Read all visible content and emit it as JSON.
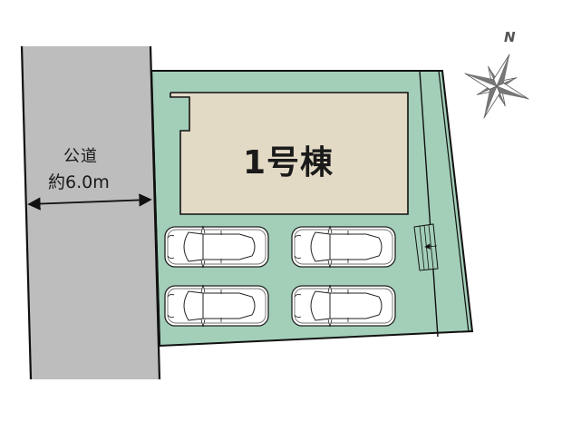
{
  "road": {
    "name": "公道",
    "width": "約6.0m",
    "color": "#bdbdbd"
  },
  "lot": {
    "color": "#a3cfb8"
  },
  "building": {
    "name": "1号棟",
    "color": "#e3dac6"
  },
  "parking": {
    "car_count": 4,
    "cars": [
      {
        "id": 1,
        "row": 1,
        "col": 1
      },
      {
        "id": 2,
        "row": 1,
        "col": 2
      },
      {
        "id": 3,
        "row": 2,
        "col": 1
      },
      {
        "id": 4,
        "row": 2,
        "col": 2
      }
    ]
  },
  "compass": {
    "label": "N",
    "icon": "compass-rose-icon"
  }
}
